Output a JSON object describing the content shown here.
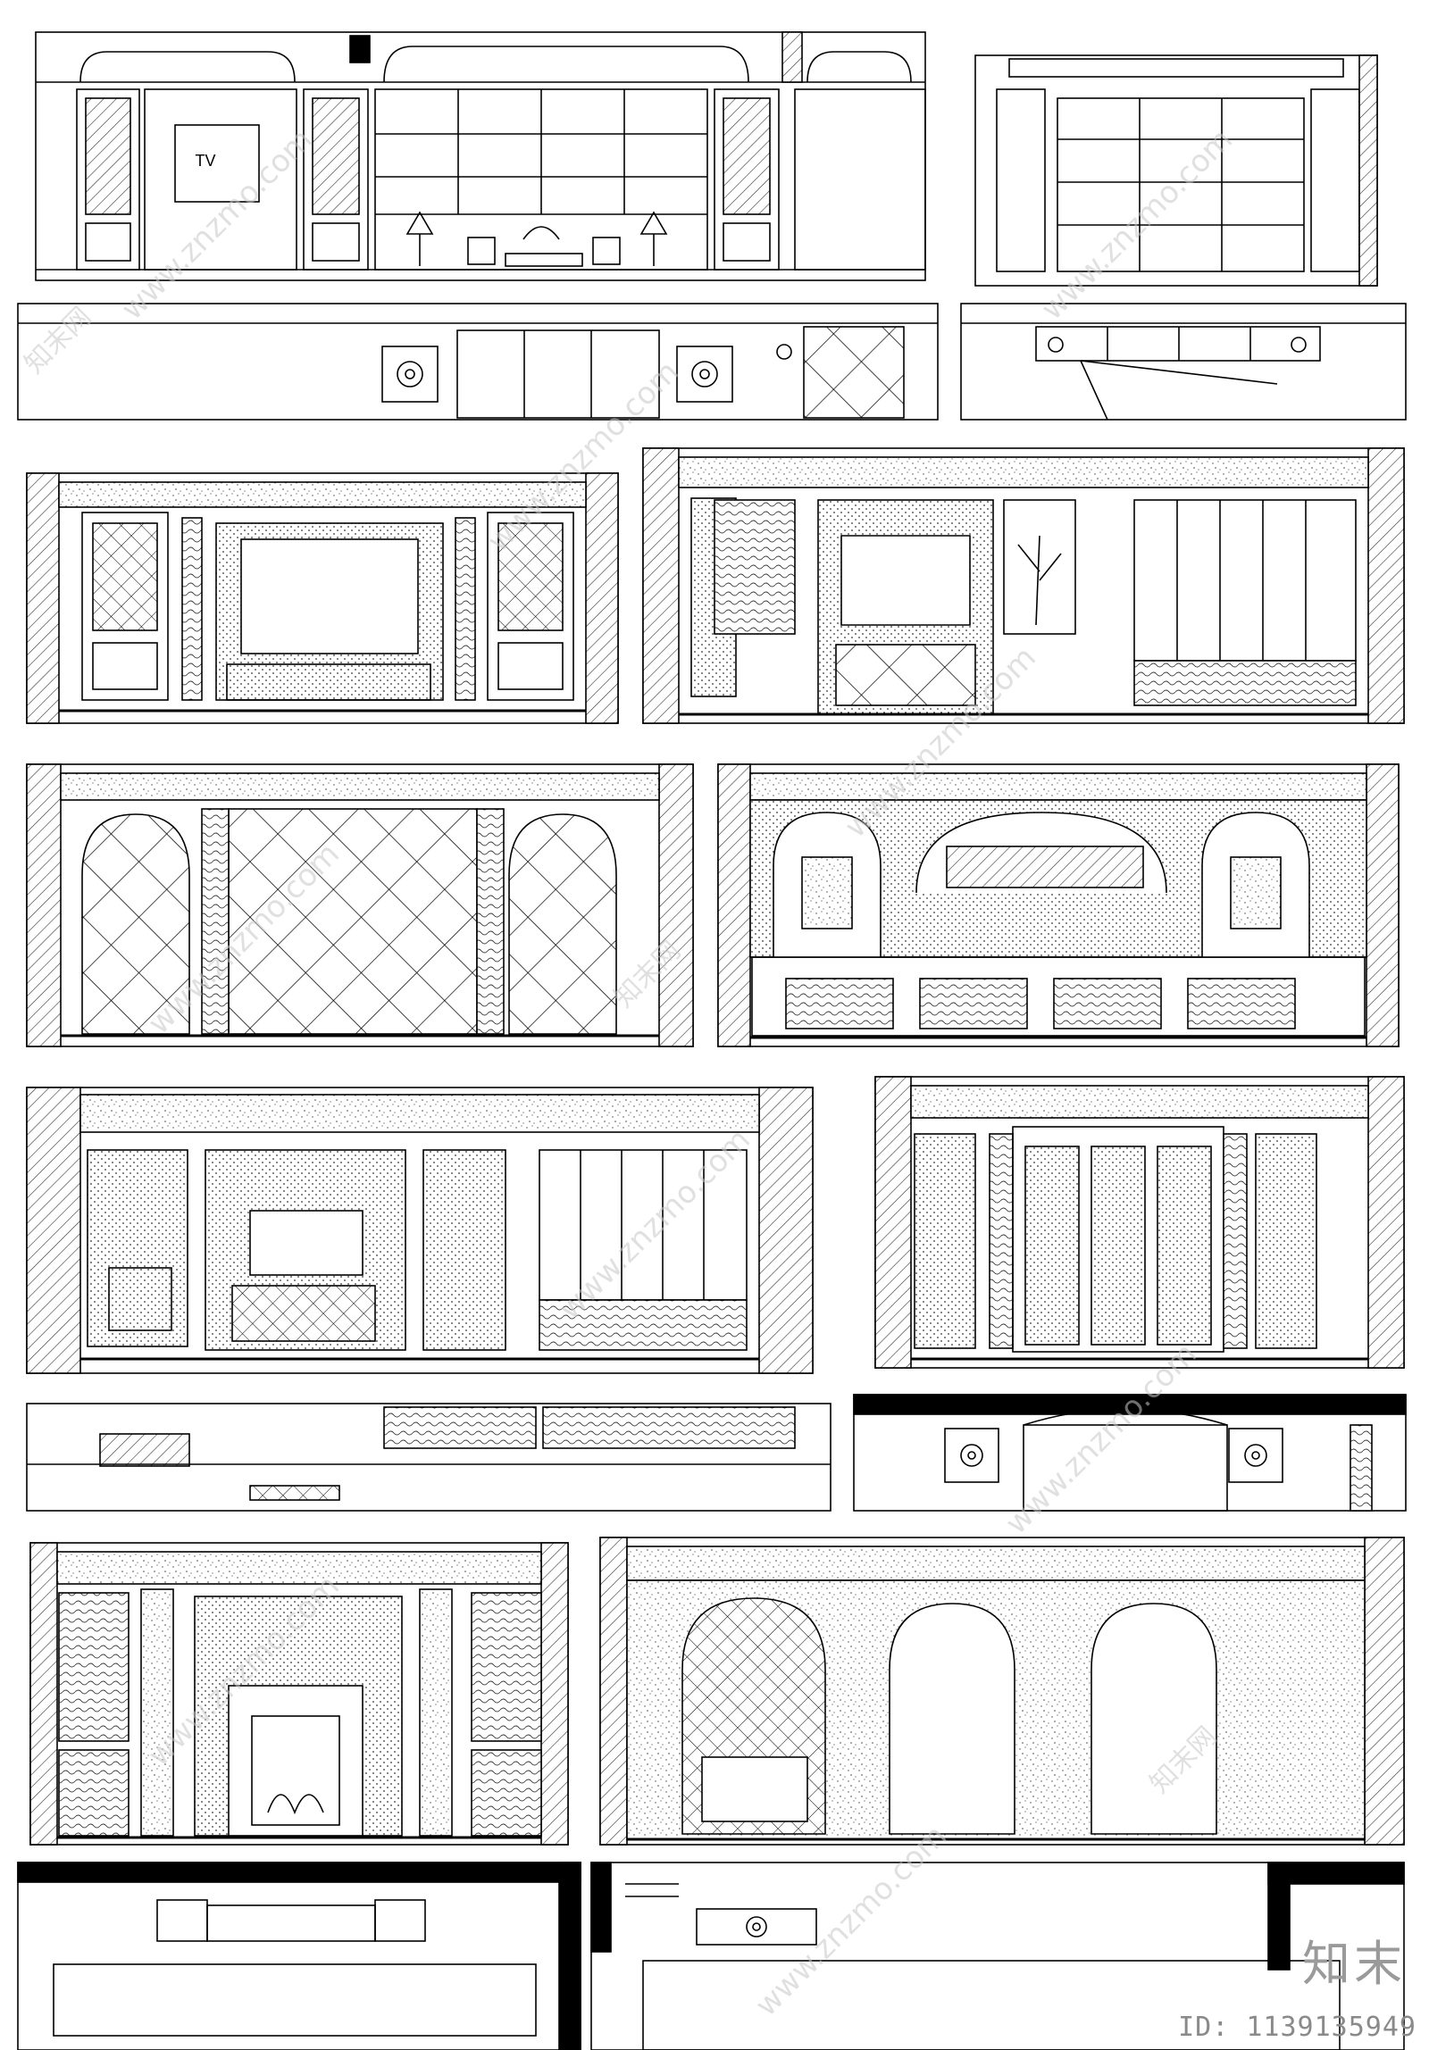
{
  "labels": {
    "tv": "TV"
  },
  "watermark": {
    "site": "www.znzmo.com",
    "cn": "知末网"
  },
  "brand": {
    "name": "知末",
    "id": "ID: 1139135949"
  },
  "colors": {
    "line": "#000000",
    "hatch": "#555555",
    "watermark": "#c8c8c8"
  }
}
